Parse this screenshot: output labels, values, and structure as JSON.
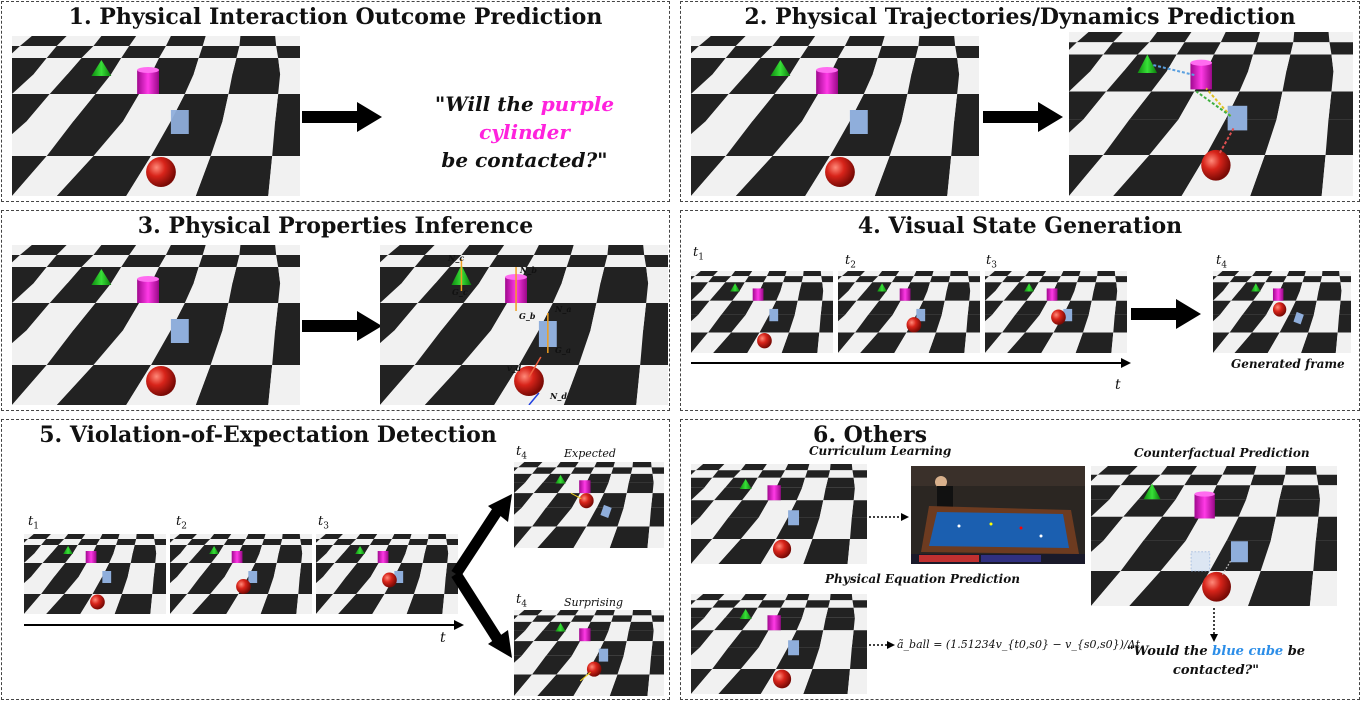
{
  "panels": {
    "p1": {
      "title": "1. Physical Interaction Outcome Prediction",
      "question_pre": "\"Will the ",
      "question_hl": "purple cylinder",
      "question_post": "be contacted?\""
    },
    "p2": {
      "title": "2. Physical Trajectories/Dynamics Prediction"
    },
    "p3": {
      "title": "3. Physical Properties Inference",
      "labels": {
        "n_c": "N_c",
        "g_c": "G_c",
        "n_b": "N_b",
        "g_b": "G_b",
        "n_a": "N_a",
        "g_a": "G_a",
        "v_d": "v_d",
        "n_d": "N_d"
      }
    },
    "p4": {
      "title": "4. Visual State Generation",
      "t_labels": [
        "t",
        "t",
        "t",
        "t"
      ],
      "t_subs": [
        "1",
        "2",
        "3",
        "4"
      ],
      "time_axis": "t",
      "caption": "Generated frame"
    },
    "p5": {
      "title": "5. Violation-of-Expectation Detection",
      "t_labels": [
        "t",
        "t",
        "t",
        "t",
        "t"
      ],
      "t_subs": [
        "1",
        "2",
        "3",
        "4",
        "4"
      ],
      "time_axis": "t",
      "expected": "Expected",
      "surprising": "Surprising"
    },
    "p6": {
      "title": "6. Others",
      "curriculum": "Curriculum Learning",
      "counterfactual": "Counterfactual Prediction",
      "equation_title": "Physical Equation Prediction",
      "equation": "ã_ball = (1.51234v_{t0,s0} − v_{s0,s0})/Δt",
      "question_pre": "\"Would the ",
      "question_hl": "blue cube",
      "question_post": " be",
      "question_line2": "contacted?\""
    }
  },
  "colors": {
    "sphere": "#cc1a12",
    "cylinder": "#e010c8",
    "cone": "#19b819",
    "cube": "#8fb0dc",
    "highlight_purple": "#ff22dd",
    "highlight_blue": "#2c8ee8",
    "pool_felt": "#1b5fb0"
  }
}
